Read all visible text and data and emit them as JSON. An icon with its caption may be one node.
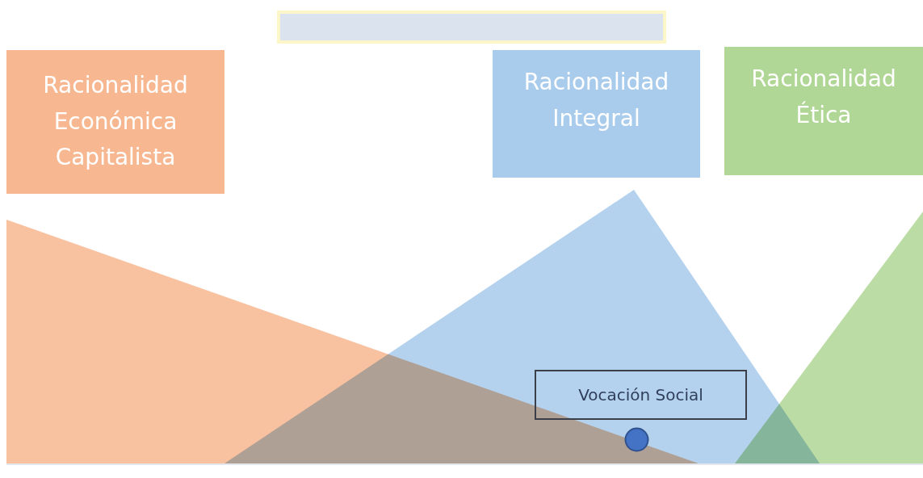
{
  "diagram": {
    "nodes": [
      {
        "text": [
          "Racionalidad Económica Capitalista"
        ]
      },
      {
        "text": [
          "Racionalidad Integral"
        ]
      },
      {
        "text": [
          "Racionalidad Ética"
        ]
      },
      {
        "text": [
          "Vocación Social"
        ]
      },
      {
        "text": [],
        "shape": "circle"
      }
    ]
  }
}
